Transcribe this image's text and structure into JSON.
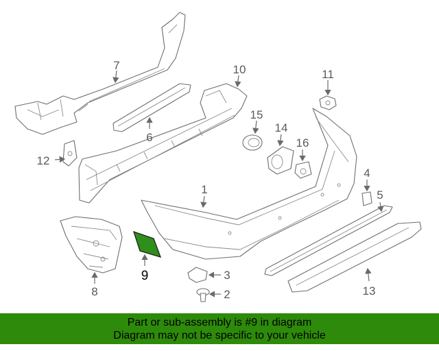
{
  "diagram": {
    "callouts": {
      "c1": "1",
      "c2": "2",
      "c3": "3",
      "c4": "4",
      "c5": "5",
      "c6": "6",
      "c7": "7",
      "c8": "8",
      "c9": "9",
      "c10": "10",
      "c11": "11",
      "c12": "12",
      "c13": "13",
      "c14": "14",
      "c15": "15",
      "c16": "16"
    },
    "highlight_color": "#2f8f1a",
    "highlight_part": "9"
  },
  "banner": {
    "line1": "Part or sub-assembly is #9 in diagram",
    "line2": "Diagram may not be specific to your vehicle",
    "background": "#2e8a0a"
  }
}
